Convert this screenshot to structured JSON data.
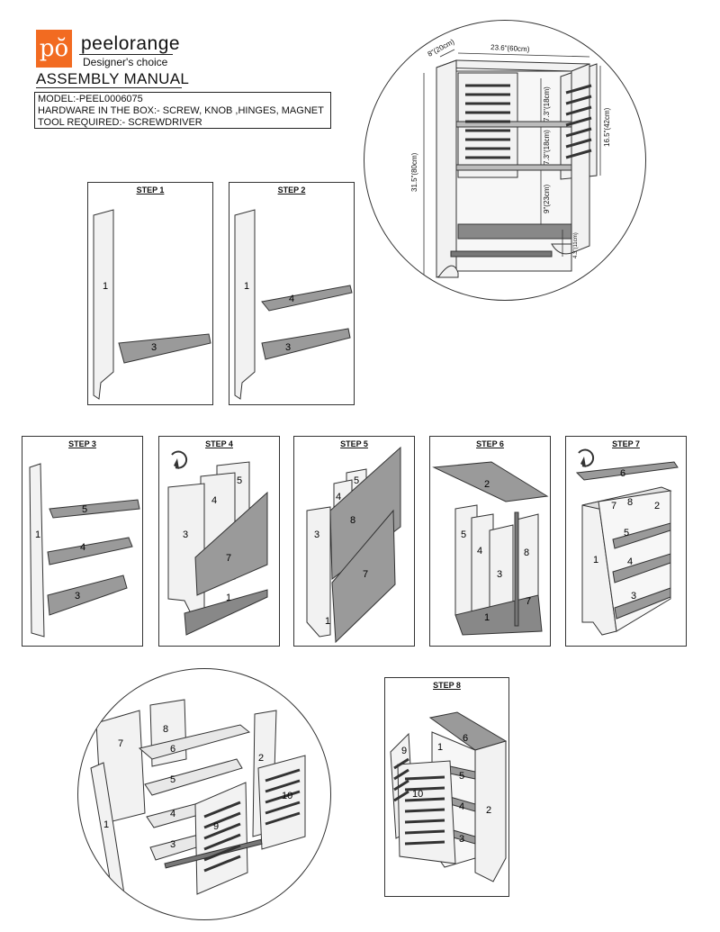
{
  "header": {
    "logo_glyph": "pŏ",
    "brand": "peelorange",
    "tagline": "Designer's choice",
    "title": "ASSEMBLY MANUAL"
  },
  "info": {
    "model": "MODEL:-PEEL0006075",
    "hardware": "HARDWARE IN THE BOX:- SCREW, KNOB ,HINGES, MAGNET",
    "tool": "TOOL REQUIRED:- SCREWDRIVER"
  },
  "dimensions": {
    "depth": "8\"(20cm)",
    "width": "23.6\"(60cm)",
    "height": "31.5\"(80cm)",
    "cabinet_height": "16.5\"(42cm)",
    "shelf_gap_1": "7.3\"(18cm)",
    "shelf_gap_2": "7.3\"(18cm)",
    "open_gap": "9\"(23cm)",
    "rail_height": "4.3\"(11cm)"
  },
  "steps": {
    "s1": "STEP 1",
    "s2": "STEP 2",
    "s3": "STEP 3",
    "s4": "STEP 4",
    "s5": "STEP 5",
    "s6": "STEP 6",
    "s7": "STEP 7",
    "s8": "STEP 8"
  },
  "parts": {
    "p1": "1",
    "p2": "2",
    "p3": "3",
    "p4": "4",
    "p5": "5",
    "p6": "6",
    "p7": "7",
    "p8": "8",
    "p9": "9",
    "p10": "10"
  },
  "colors": {
    "logo": "#f26b21",
    "panel": "#f2f2f2",
    "shelf": "#9a9a9a",
    "outline": "#333333"
  }
}
